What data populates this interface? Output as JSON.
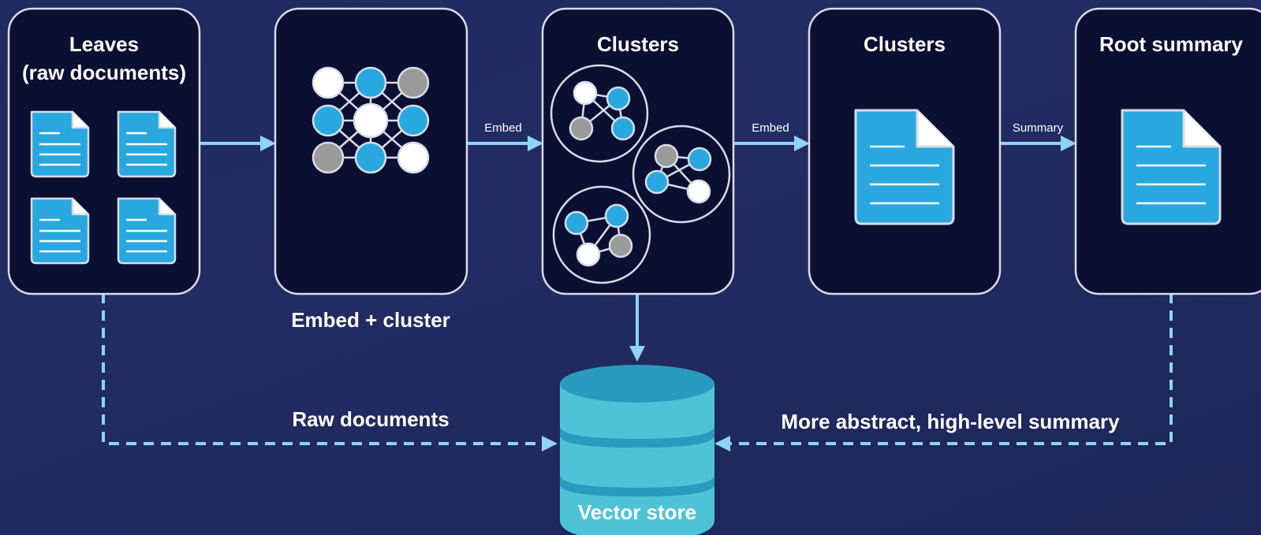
{
  "panels": {
    "leaves": {
      "title_line1": "Leaves",
      "title_line2": "(raw documents)"
    },
    "embed": {
      "caption": "Embed + cluster"
    },
    "clusters_1": {
      "title": "Clusters"
    },
    "clusters_2": {
      "title": "Clusters"
    },
    "root": {
      "title": "Root summary"
    }
  },
  "edges": {
    "embed_1": "Embed",
    "embed_2": "Embed",
    "summary": "Summary"
  },
  "vector_store": {
    "label": "Vector store"
  },
  "side_labels": {
    "raw_documents": "Raw documents",
    "abstract_summary": "More abstract, high-level summary"
  },
  "colors": {
    "panel_fill": "#0b1033",
    "panel_stroke": "#d8dce8",
    "arrow": "#8fd3f6",
    "doc_fill": "#29a8df",
    "node_blue": "#29a8df",
    "node_gray": "#9a9a9a",
    "node_white": "#ffffff",
    "db_top": "#2a9bbf",
    "db_body": "#4ec3d8"
  }
}
